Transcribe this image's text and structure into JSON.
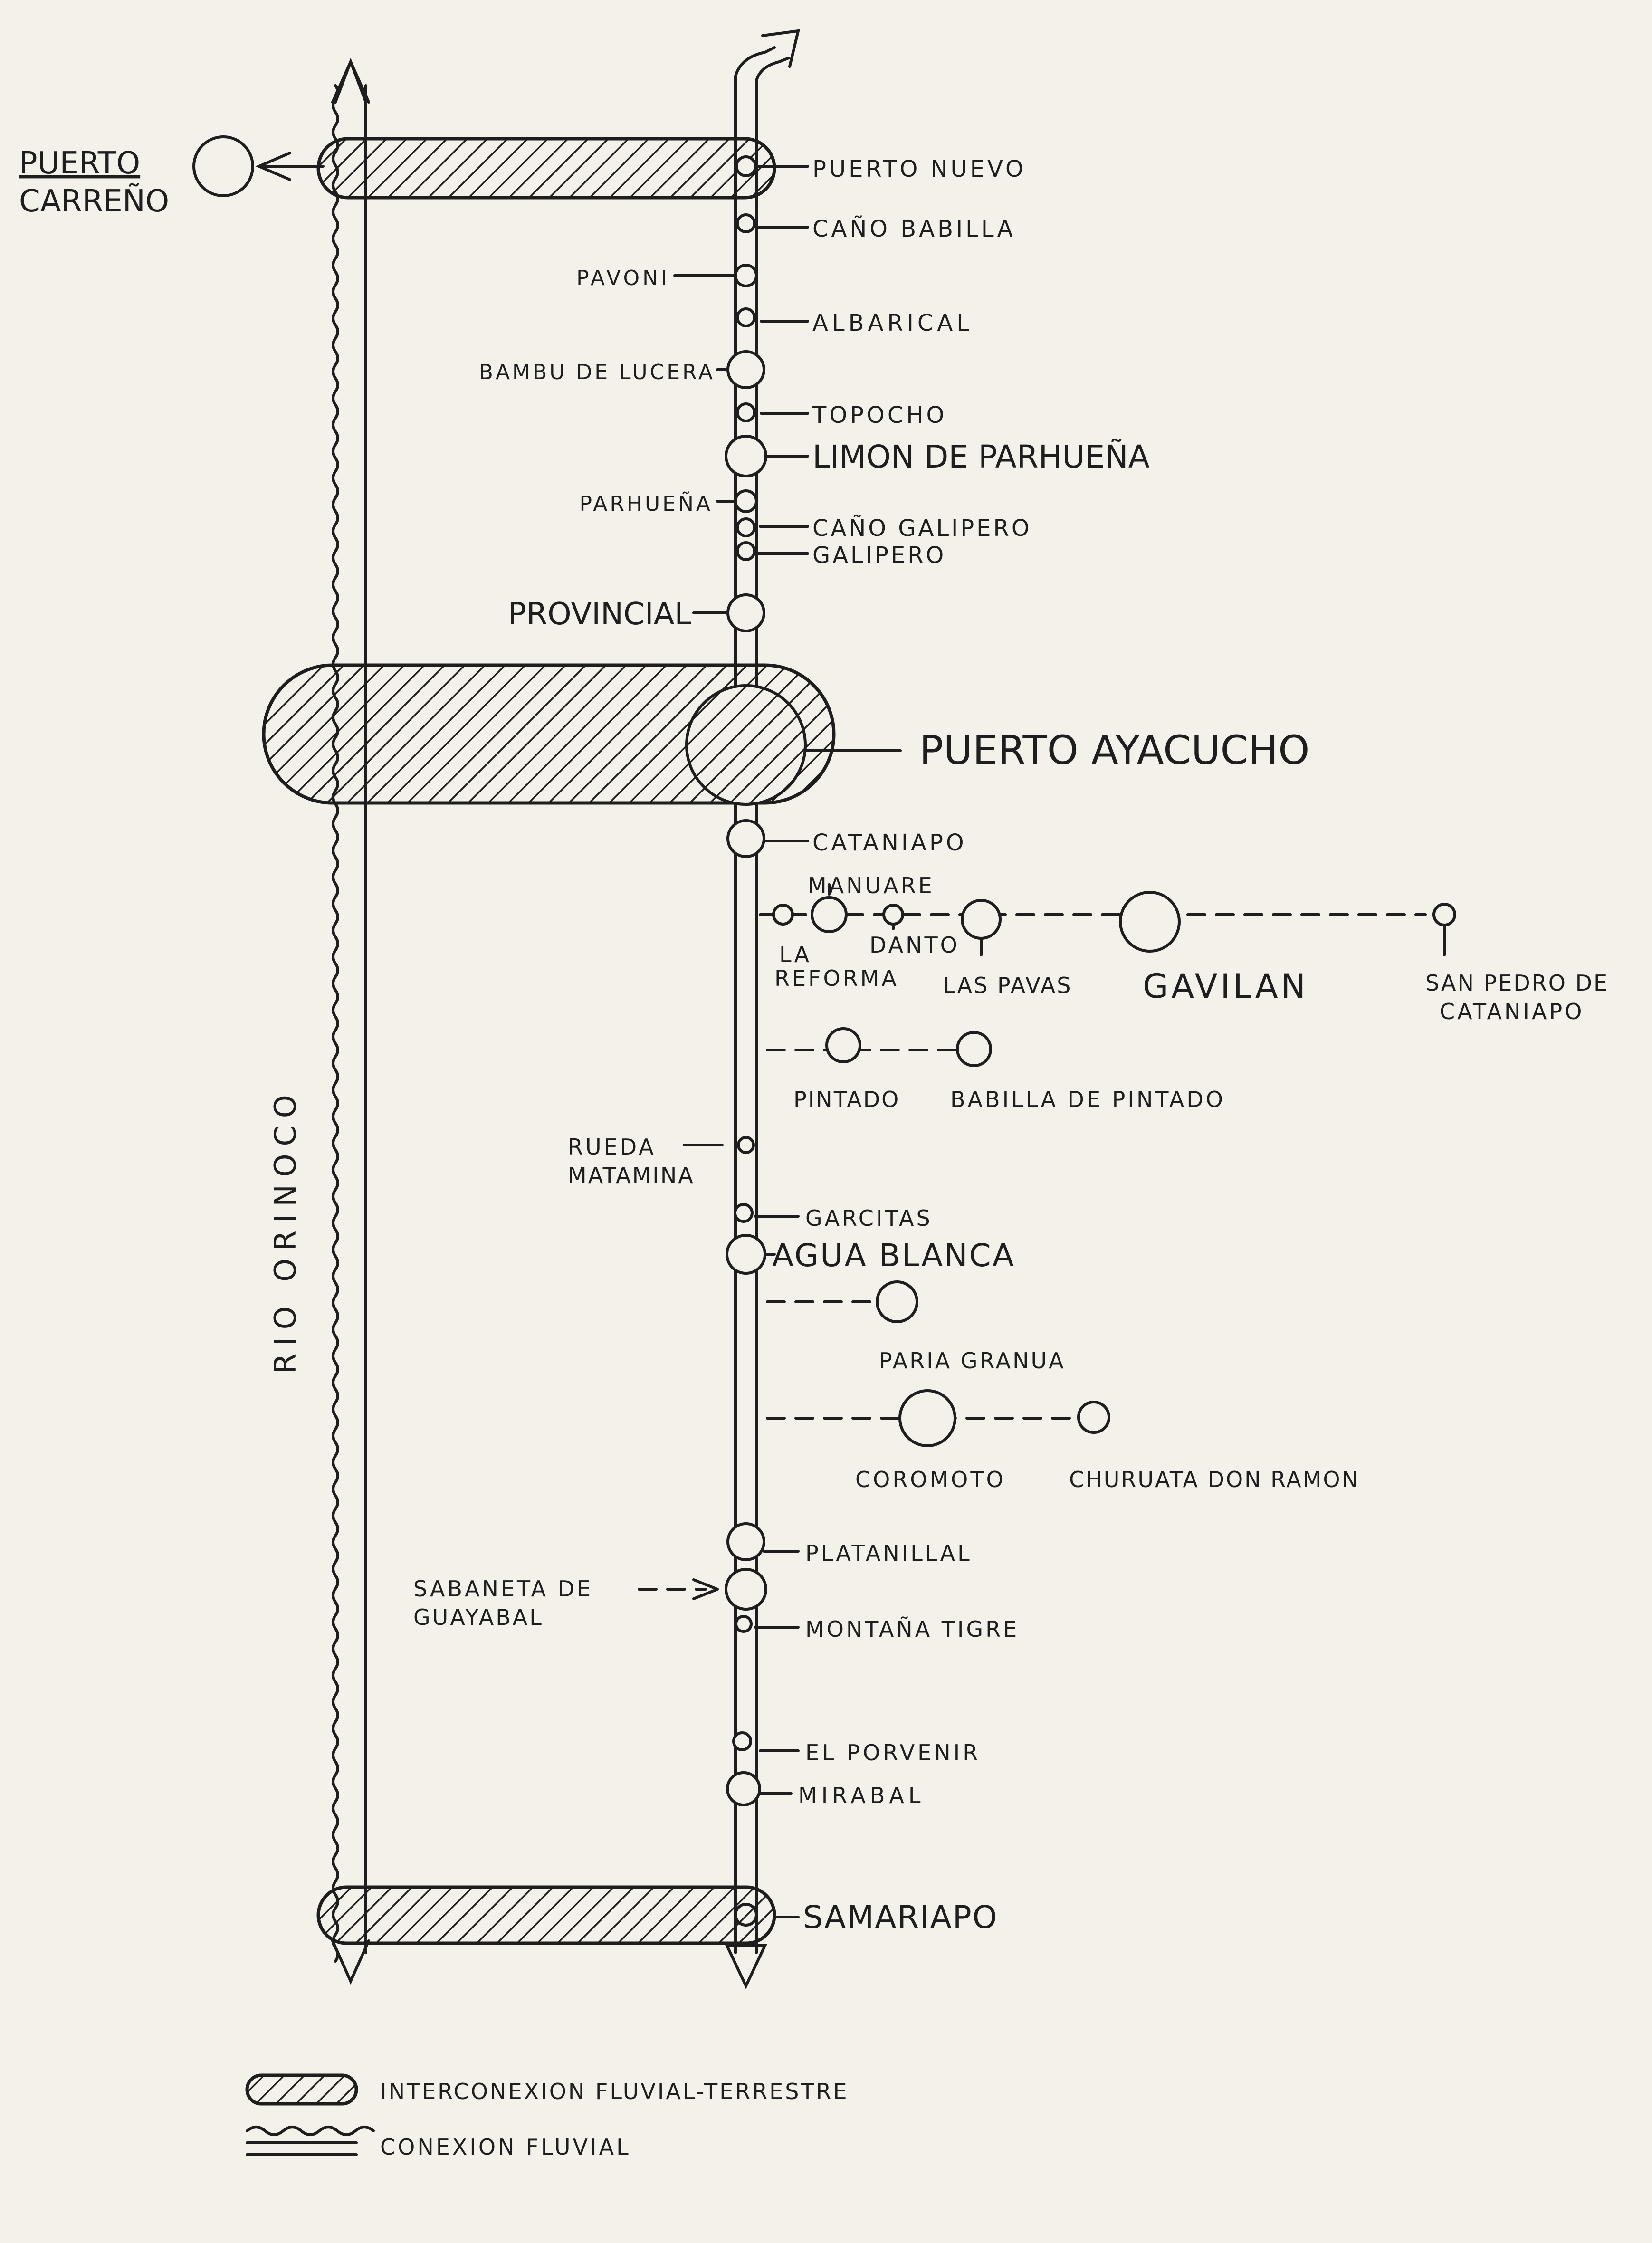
{
  "river": {
    "name": "RIO   ORINOCO"
  },
  "places": {
    "puerto_carreno": [
      "PUERTO",
      "CARREÑO"
    ],
    "puerto_nuevo": "PUERTO NUEVO",
    "cano_babilla": "CAÑO BABILLA",
    "pavoni": "PAVONI",
    "albarical": "ALBARICAL",
    "bambu_de_lucera": "BAMBU DE LUCERA",
    "topocho": "TOPOCHO",
    "limon_de_parhuena": "LIMON DE PARHUEÑA",
    "parhuena": "PARHUEÑA",
    "cano_galipero": "CAÑO GALIPERO",
    "galipero": "GALIPERO",
    "provincial": "PROVINCIAL",
    "puerto_ayacucho": "PUERTO AYACUCHO",
    "cataniapo": "CATANIAPO",
    "manuare": "MANUARE",
    "la_reforma": [
      "LA",
      "REFORMA"
    ],
    "danto": "DANTO",
    "las_pavas": "LAS PAVAS",
    "gavilan": "GAVILAN",
    "san_pedro_de_cataniapo": [
      "SAN PEDRO DE",
      "CATANIAPO"
    ],
    "pintado": "PINTADO",
    "babilla_de_pintado": "BABILLA DE PINTADO",
    "rueda_matamina": [
      "RUEDA",
      "MATAMINA"
    ],
    "garcitas": "GARCITAS",
    "agua_blanca": "AGUA BLANCA",
    "paria_granua": "PARIA GRANUA",
    "coromoto": "COROMOTO",
    "churuata_don_ramon": "CHURUATA DON RAMON",
    "platanillal": "PLATANILLAL",
    "sabaneta_de_guayabal": [
      "SABANETA DE",
      "GUAYABAL"
    ],
    "montana_tigre": "MONTAÑA TIGRE",
    "el_porvenir": "EL PORVENIR",
    "mirabal": "MIRABAL",
    "samariapo": "SAMARIAPO"
  },
  "legend": {
    "fluvial_terrestre": "INTERCONEXION FLUVIAL-TERRESTRE",
    "fluvial": "CONEXION FLUVIAL"
  }
}
